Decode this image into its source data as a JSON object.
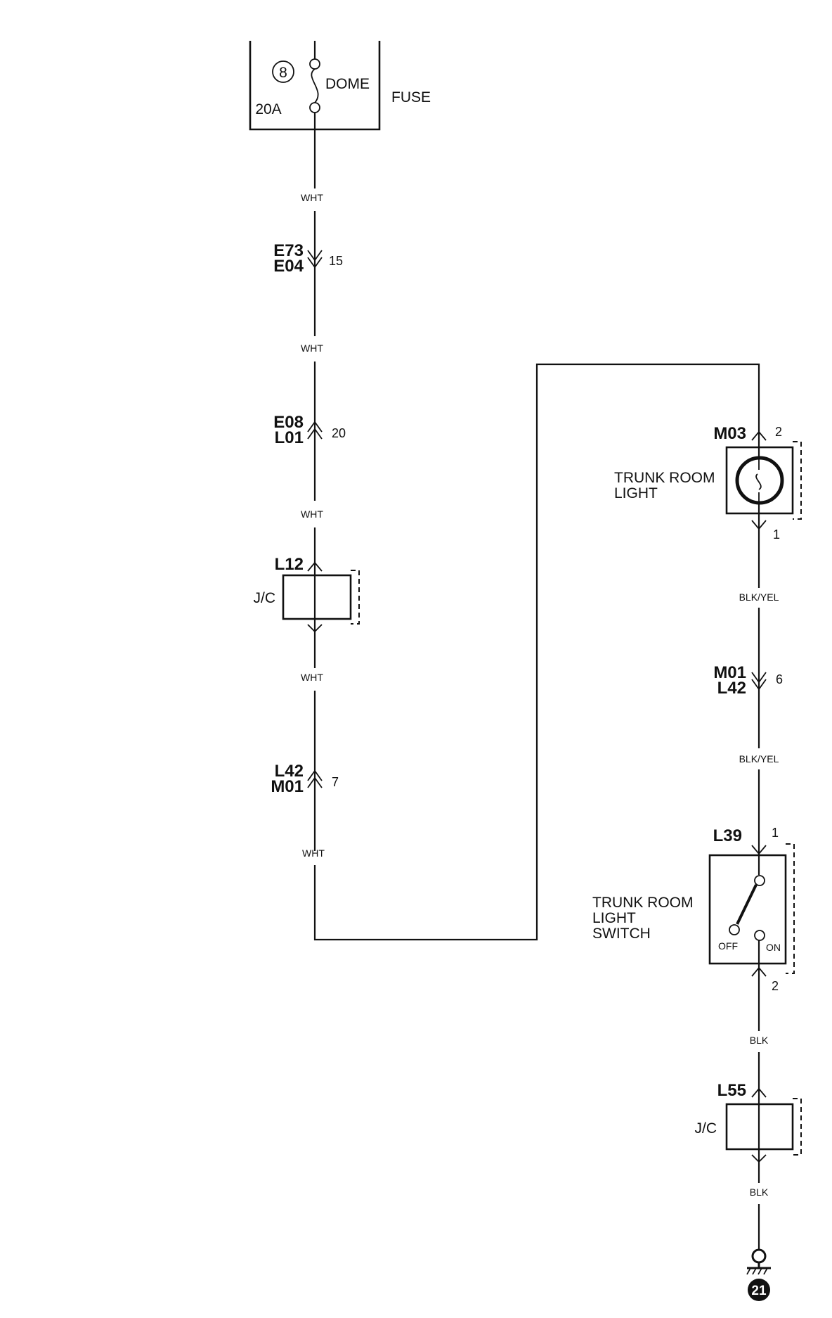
{
  "fuse": {
    "number": "8",
    "name": "DOME",
    "rating": "20A",
    "label": "FUSE"
  },
  "wires": {
    "w1": "WHT",
    "w2": "WHT",
    "w3": "WHT",
    "w4": "WHT",
    "w5": "WHT",
    "w6": "BLK/YEL",
    "w7": "BLK/YEL",
    "w8": "BLK",
    "w9": "BLK"
  },
  "connectors": {
    "c1": {
      "top": "E73",
      "bottom": "E04",
      "pin": "15"
    },
    "c2": {
      "top": "E08",
      "bottom": "L01",
      "pin": "20"
    },
    "c3": {
      "top": "L42",
      "bottom": "M01",
      "pin": "7"
    },
    "c4": {
      "top": "M01",
      "bottom": "L42",
      "pin": "6"
    }
  },
  "jc_left": {
    "connector": "L12",
    "label": "J/C"
  },
  "trunk_light": {
    "connector": "M03",
    "pin_top": "2",
    "pin_bottom": "1",
    "label_line1": "TRUNK ROOM",
    "label_line2": "LIGHT"
  },
  "trunk_switch": {
    "connector": "L39",
    "pin_top": "1",
    "pin_bottom": "2",
    "label_line1": "TRUNK ROOM",
    "label_line2": "LIGHT",
    "label_line3": "SWITCH",
    "off_label": "OFF",
    "on_label": "ON"
  },
  "jc_right": {
    "connector": "L55",
    "label": "J/C"
  },
  "ground": {
    "number": "21"
  }
}
